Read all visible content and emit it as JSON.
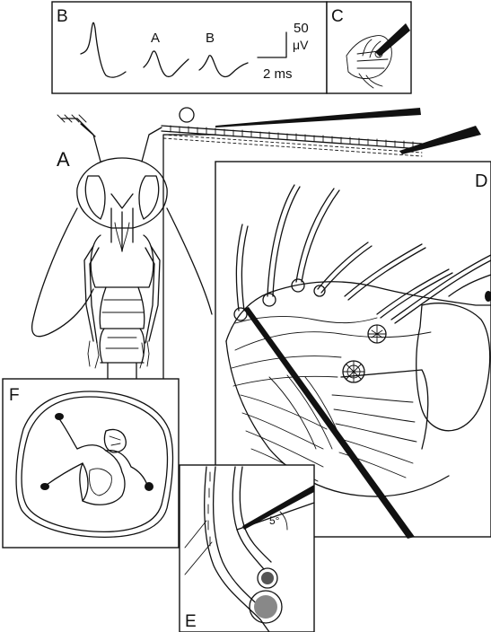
{
  "panels": {
    "a": {
      "label": "A"
    },
    "b": {
      "label": "B",
      "trace_labels": [
        "A",
        "B"
      ]
    },
    "c": {
      "label": "C"
    },
    "d": {
      "label": "D"
    },
    "e": {
      "label": "E",
      "angle_label": "5°"
    },
    "f": {
      "label": "F"
    }
  },
  "scale_bar": {
    "voltage_value": "50",
    "voltage_unit": "μV",
    "time": "2 ms"
  }
}
